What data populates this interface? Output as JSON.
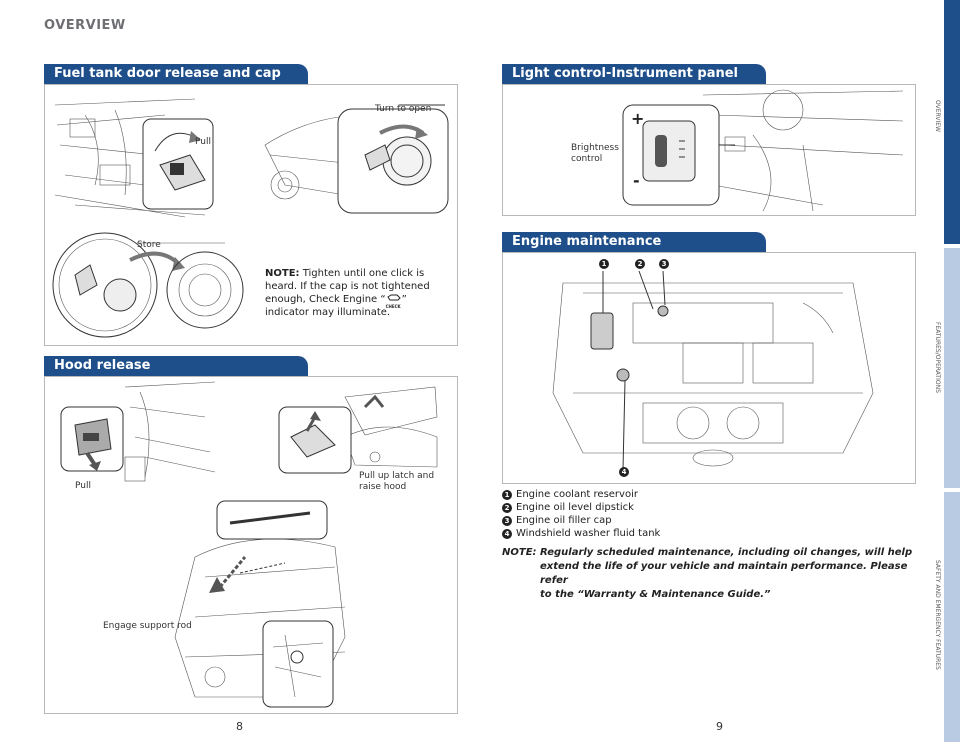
{
  "header": {
    "title": "OVERVIEW"
  },
  "sections": {
    "fuel": {
      "title": "Fuel tank door release and cap",
      "pull_label": "Pull",
      "turn_label": "Turn to open",
      "store_label": "Store",
      "note_bold": "NOTE:",
      "note_text_1": " Tighten until one click is",
      "note_text_2": "heard. If the cap is not tightened",
      "note_text_3": "enough, Check Engine “",
      "note_text_4": "”",
      "note_text_5": "indicator may illuminate.",
      "check_label": "CHECK"
    },
    "hood": {
      "title": "Hood release",
      "pull_label": "Pull",
      "latch_label_1": "Pull up latch and",
      "latch_label_2": "raise hood",
      "support_label": "Engage support rod"
    },
    "light": {
      "title": "Light control-Instrument panel",
      "brightness_label_1": "Brightness",
      "brightness_label_2": "control",
      "plus": "+",
      "minus": "-"
    },
    "engine": {
      "title": "Engine maintenance",
      "items": [
        {
          "num": "1",
          "label": "Engine coolant reservoir"
        },
        {
          "num": "2",
          "label": "Engine oil level dipstick"
        },
        {
          "num": "3",
          "label": "Engine oil filler cap"
        },
        {
          "num": "4",
          "label": "Windshield washer fluid tank"
        }
      ],
      "note_line_1": "NOTE: Regularly scheduled maintenance, including oil changes, will help",
      "note_line_2": "extend the life of your vehicle and maintain performance. Please refer",
      "note_line_3": "to the “Warranty & Maintenance Guide.”"
    }
  },
  "pages": {
    "left": "8",
    "right": "9"
  },
  "side_nav": {
    "items": [
      "OVERVIEW",
      "FEATURES/OPERATIONS",
      "SAFETY AND EMERGENCY FEATURES"
    ]
  },
  "colors": {
    "accent": "#1f4f8b",
    "nav_active": "#1f4f8b",
    "nav_inactive": "#b9cbe3"
  }
}
